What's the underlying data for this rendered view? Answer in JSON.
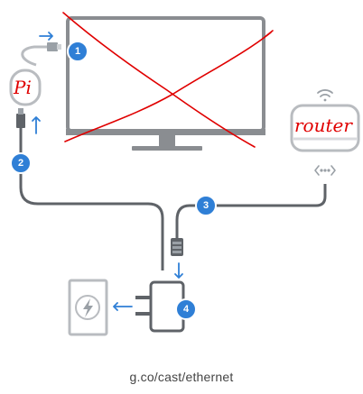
{
  "footer": {
    "url": "g.co/cast/ethernet"
  },
  "steps": [
    {
      "number": "1"
    },
    {
      "number": "2"
    },
    {
      "number": "3"
    },
    {
      "number": "4"
    }
  ],
  "annotations": {
    "device_label": "Pi",
    "router_label": "router"
  },
  "icons": {
    "wifi": "wifi-icon",
    "lightning": "lightning-icon",
    "network": "network-arrows-icon"
  },
  "colors": {
    "step_badge": "#2f7fd6",
    "cable": "#5f6368",
    "line_light": "#b9bcc0",
    "annotation": "#e00000"
  }
}
